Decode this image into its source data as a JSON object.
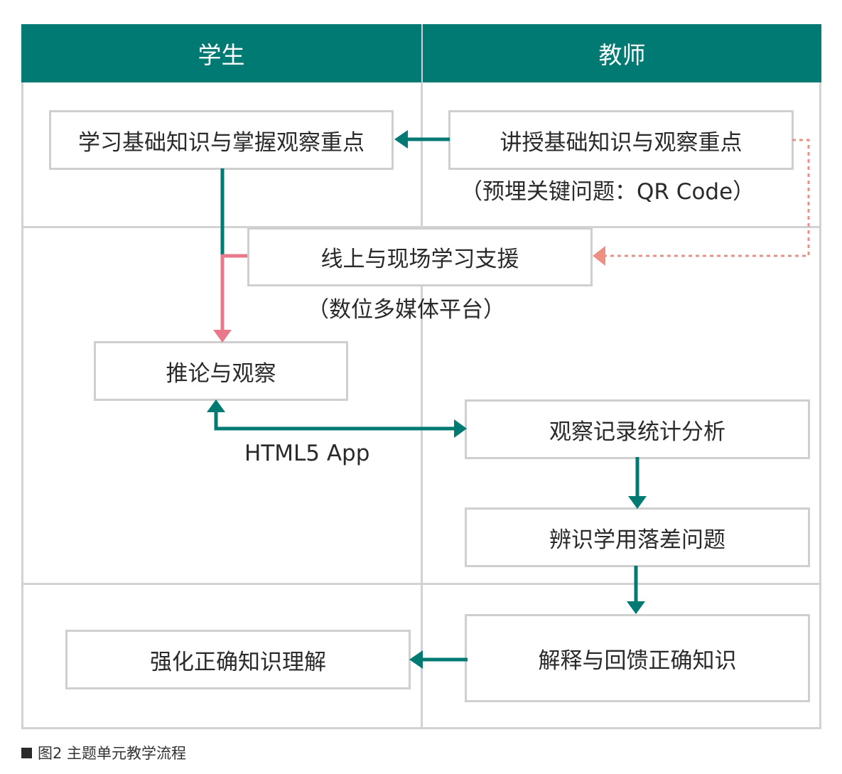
{
  "headers": {
    "student": "学生",
    "teacher": "教师"
  },
  "boxes": {
    "learn_basics": "学习基础知识与掌握观察重点",
    "teach_basics": "讲授基础知识与观察重点",
    "support": "线上与现场学习支援",
    "reasoning": "推论与观察",
    "stats": "观察记录统计分析",
    "identify": "辨识学用落差问题",
    "reinforce": "强化正确知识理解",
    "feedback": "解释与回馈正确知识"
  },
  "notes": {
    "qr": "（预埋关键问题：QR Code）",
    "platform": "（数位多媒体平台）",
    "app": "HTML5 App"
  },
  "caption": "图2  主题单元教学流程",
  "colors": {
    "header": "#007a73",
    "teal_arrow": "#007a73",
    "pink_arrow": "#e8788a",
    "dotted_arrow": "#ef8f84"
  }
}
